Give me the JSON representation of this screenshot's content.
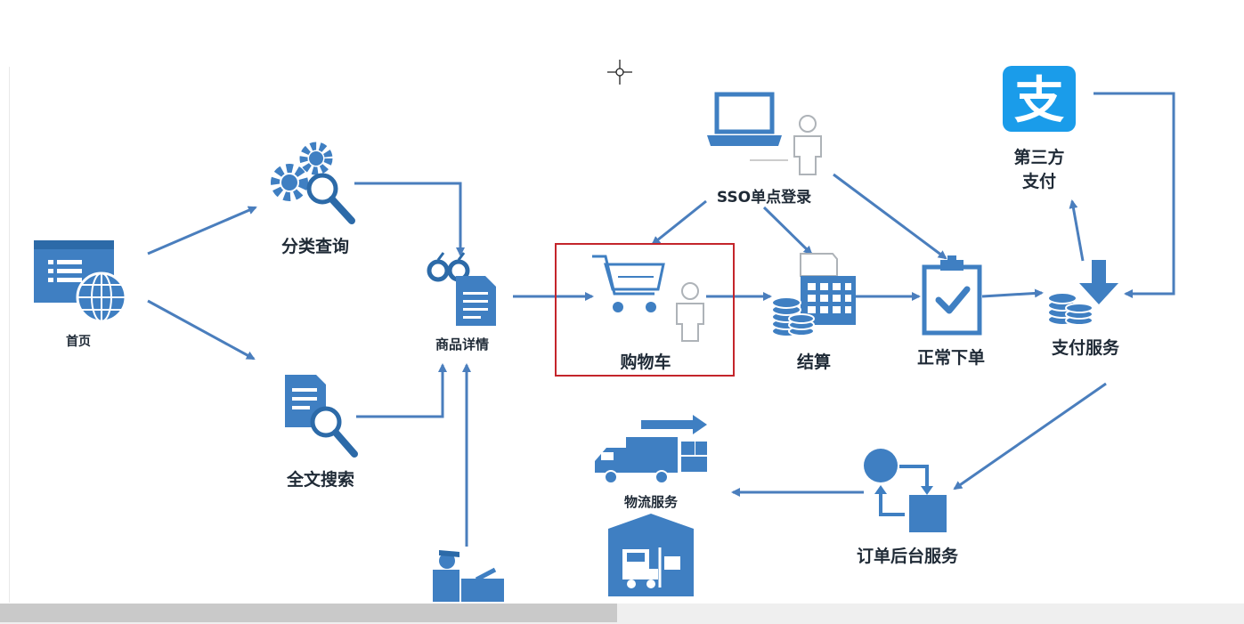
{
  "diagram": {
    "nodes": {
      "home": {
        "label": "首页"
      },
      "category_query": {
        "label": "分类查询"
      },
      "fulltext_search": {
        "label": "全文搜索"
      },
      "product_detail": {
        "label": "商品详情"
      },
      "shopping_cart": {
        "label": "购物车"
      },
      "sso_login": {
        "label": "SSO单点登录"
      },
      "checkout": {
        "label": "结算"
      },
      "place_order": {
        "label": "正常下单"
      },
      "third_party_pay": {
        "label_line1": "第三方",
        "label_line2": "支付"
      },
      "payment_service": {
        "label": "支付服务"
      },
      "order_backend": {
        "label": "订单后台服务"
      },
      "logistics_service": {
        "label": "物流服务"
      }
    },
    "alipay_glyph": "支",
    "highlighted_node": "shopping_cart",
    "colors": {
      "icon_blue": "#3f7fc2",
      "icon_dark_blue": "#2c6aa8",
      "arrow_blue": "#4a7ebd",
      "alipay_blue": "#1a9cea",
      "highlight_red": "#c4252b",
      "label_text": "#1f2a36"
    }
  }
}
